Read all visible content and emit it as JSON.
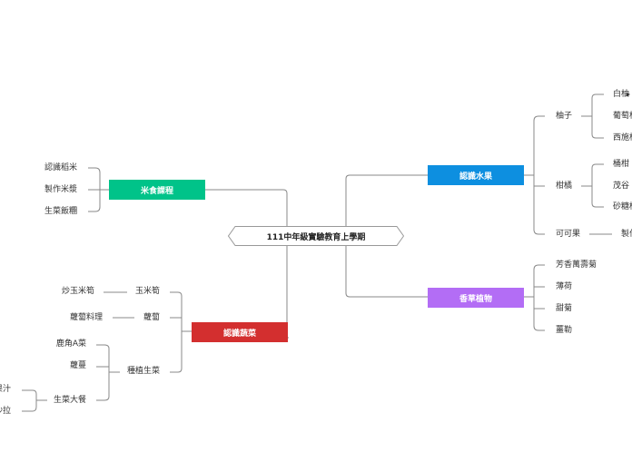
{
  "central": {
    "title": "111中年級實驗教育上學期"
  },
  "rice": {
    "title": "米食課程",
    "color": "#00c389",
    "items": [
      "認識稻米",
      "製作米漿",
      "生菜飯糰"
    ]
  },
  "veg": {
    "title": "認識蔬菜",
    "color": "#d32f2f",
    "corn": {
      "label": "玉米筍",
      "child": "炒玉米筍"
    },
    "radish": {
      "label": "蘿蔔",
      "child": "蘿蔔料理"
    },
    "plant": {
      "label": "種植生菜",
      "items": [
        "鹿角A菜",
        "蘿蔓"
      ],
      "salad": {
        "label": "生菜大餐",
        "items": [
          "果汁",
          "沙拉"
        ]
      }
    }
  },
  "fruit": {
    "title": "認識水果",
    "color": "#0d8fe0",
    "pomelo": {
      "label": "柚子",
      "items": [
        "白柚",
        "葡萄柚",
        "西施柚"
      ]
    },
    "citrus": {
      "label": "柑橘",
      "items": [
        "桶柑",
        "茂谷",
        "砂糖橘"
      ]
    },
    "cola": {
      "label": "可可果",
      "child": "製作"
    }
  },
  "herb": {
    "title": "香草植物",
    "color": "#b36df5",
    "items": [
      "芳香萬壽菊",
      "薄荷",
      "甜菊",
      "薑勒"
    ]
  },
  "colors": {
    "line": "#888888"
  }
}
